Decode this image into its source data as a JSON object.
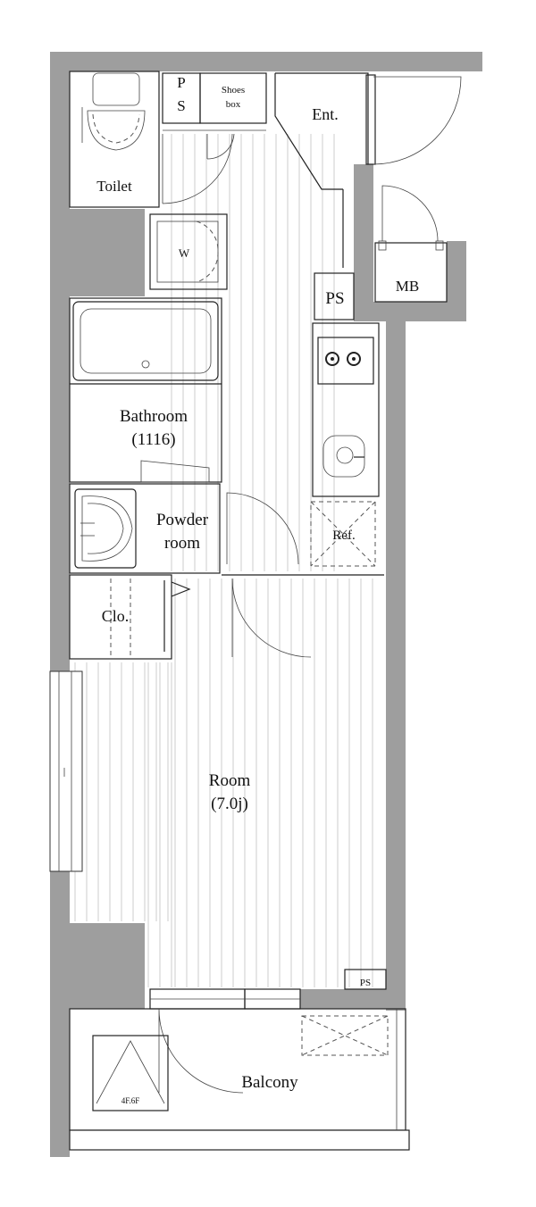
{
  "plan": {
    "labels": {
      "ps_top_p": "P",
      "ps_top_s": "S",
      "shoes_line1": "Shoes",
      "shoes_line2": "box",
      "entrance": "Ent.",
      "toilet": "Toilet",
      "washer": "W",
      "ps_mid": "PS",
      "meter_box": "MB",
      "bathroom_line1": "Bathroom",
      "bathroom_line2": "(1116)",
      "powder_line1": "Powder",
      "powder_line2": "room",
      "refrigerator": "Ref.",
      "closet": "Clo.",
      "room_line1": "Room",
      "room_line2": "(7.0j)",
      "ps_small": "PS",
      "balcony": "Balcony",
      "hatch": "4F.6F"
    }
  }
}
